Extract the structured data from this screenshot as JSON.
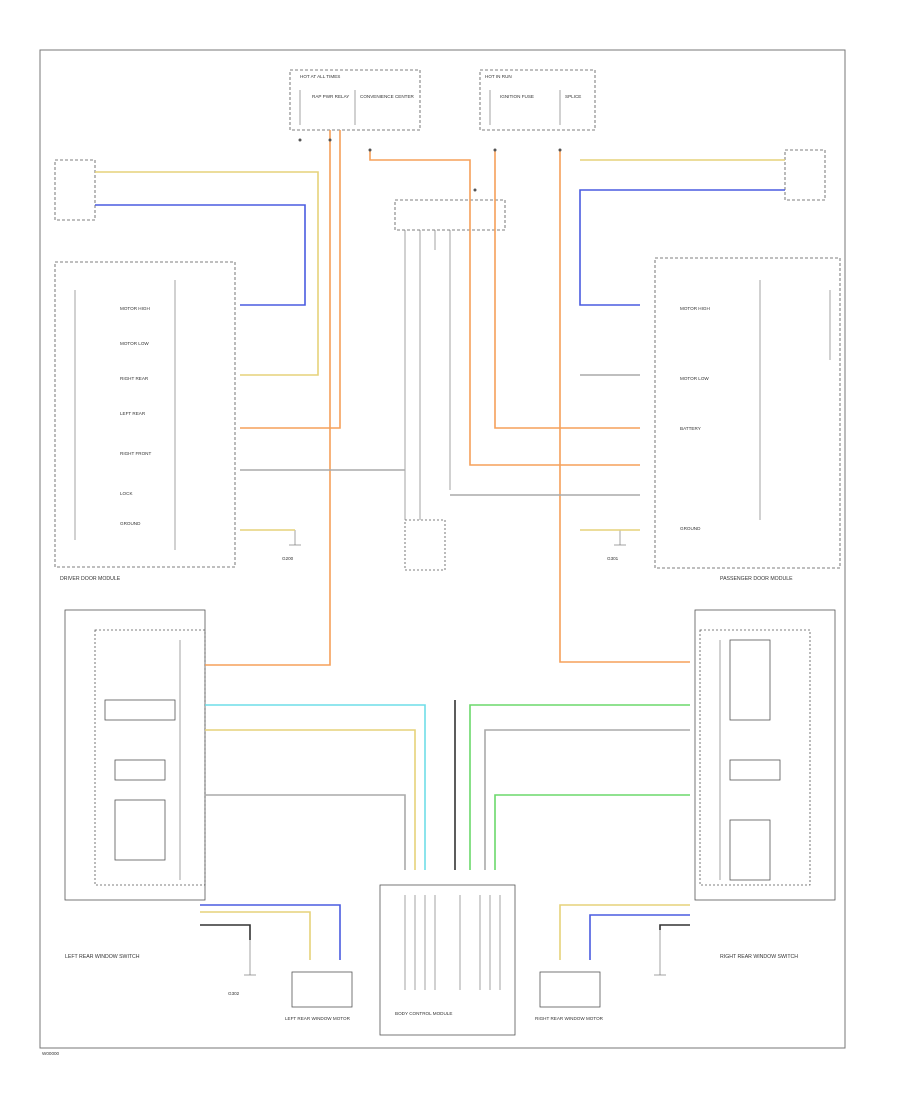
{
  "diagram": {
    "title_code": "",
    "wire_colors": {
      "orange": "#f5a05a",
      "blue": "#4a5be0",
      "yellow": "#e6d27a",
      "lt_blue": "#6fdde8",
      "green": "#6bd86b",
      "gray": "#aaaaaa",
      "black": "#333333"
    },
    "fuse_block": {
      "left": [
        "HOT AT ALL TIMES",
        "RAP PWR RELAY",
        "CONVENIENCE CENTER"
      ],
      "right": [
        "HOT IN RUN",
        "IGNITION FUSE",
        "SPLICE"
      ]
    },
    "left_module": {
      "name": "DRIVER DOOR MODULE",
      "pins": [
        "MOTOR HIGH",
        "MOTOR LOW",
        "RIGHT REAR",
        "LEFT REAR",
        "RIGHT FRONT",
        "LOCK",
        "GROUND"
      ]
    },
    "right_module": {
      "name": "PASSENGER DOOR MODULE",
      "pins": [
        "MOTOR HIGH",
        "MOTOR LOW",
        "BATTERY",
        "GROUND"
      ]
    },
    "left_switch": {
      "name": "LEFT REAR WINDOW SWITCH"
    },
    "right_switch": {
      "name": "RIGHT REAR WINDOW SWITCH"
    },
    "left_motor": {
      "name": "LEFT REAR WINDOW MOTOR"
    },
    "right_motor": {
      "name": "RIGHT REAR WINDOW MOTOR"
    },
    "center_connector": {
      "name": "BODY CONTROL MODULE"
    },
    "grounds": [
      "G200",
      "G301",
      "G302"
    ],
    "footer_code": "W00000"
  }
}
